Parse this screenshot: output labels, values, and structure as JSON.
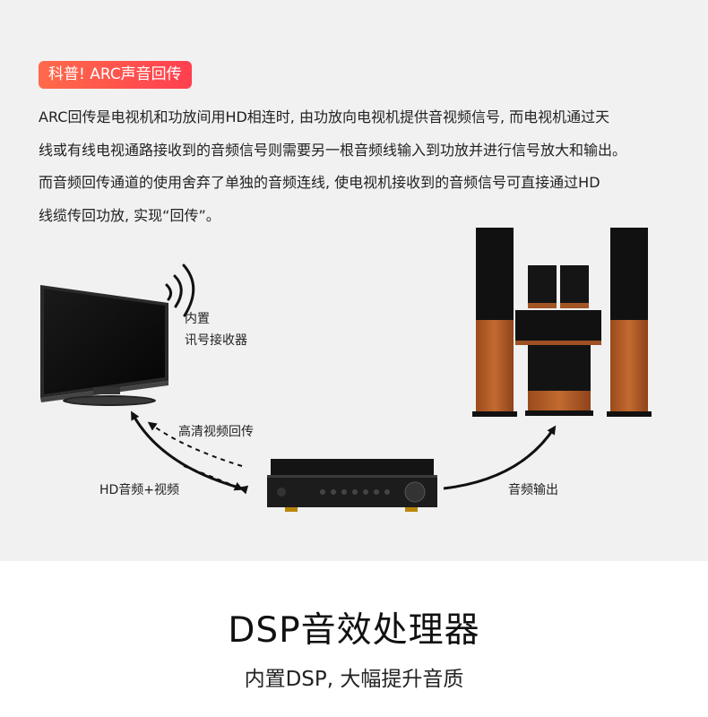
{
  "badge": "科普! ARC声音回传",
  "paragraph_lines": [
    "ARC回传是电视机和功放间用HD相连时, 由功放向电视机提供音视频信号, 而电视机通过天",
    "线或有线电视通路接收到的音频信号则需要另一根音频线输入到功放并进行信号放大和输出。",
    "而音频回传通道的使用舍弃了单独的音频连线, 使电视机接收到的音频信号可直接通过HD",
    "线缆传回功放, 实现“回传”。"
  ],
  "diagram": {
    "tv_receiver_label": [
      "内置",
      "讯号接收器"
    ],
    "return_label": "高清视频回传",
    "hd_label": "HD音频+视频",
    "output_label": "音频输出"
  },
  "headline": "DSP音效处理器",
  "subheadline": "内置DSP, 大幅提升音质",
  "colors": {
    "badge_start": "#ff6a4a",
    "badge_end": "#ff3f4f",
    "top_background": "#f1f1f1",
    "speaker_wood": "#b8602a"
  }
}
